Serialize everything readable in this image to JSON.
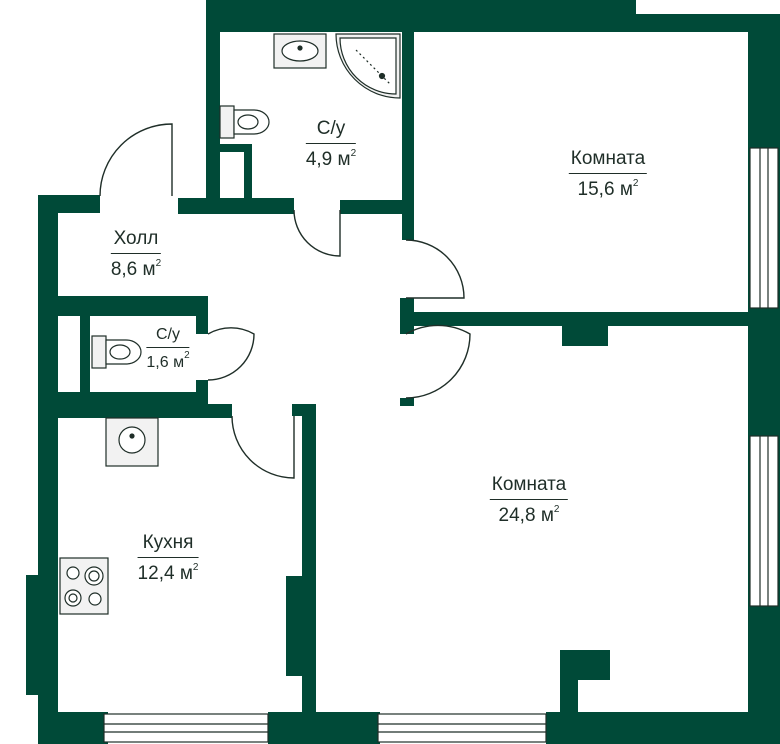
{
  "colors": {
    "wall": "#004a38",
    "line": "#1f2e28",
    "fixture": "#f2f2f2"
  },
  "unit": "м",
  "unit_power": "2",
  "rooms": [
    {
      "id": "bathroom",
      "name": "С/у",
      "area": "4,9"
    },
    {
      "id": "room1",
      "name": "Комната",
      "area": "15,6"
    },
    {
      "id": "hall",
      "name": "Холл",
      "area": "8,6"
    },
    {
      "id": "wc",
      "name": "С/у",
      "area": "1,6"
    },
    {
      "id": "room2",
      "name": "Комната",
      "area": "24,8"
    },
    {
      "id": "kitchen",
      "name": "Кухня",
      "area": "12,4"
    }
  ],
  "fixtures": [
    "sink-icon",
    "shower-icon",
    "toilet-icon",
    "toilet-icon",
    "sink-icon",
    "stove-icon"
  ]
}
